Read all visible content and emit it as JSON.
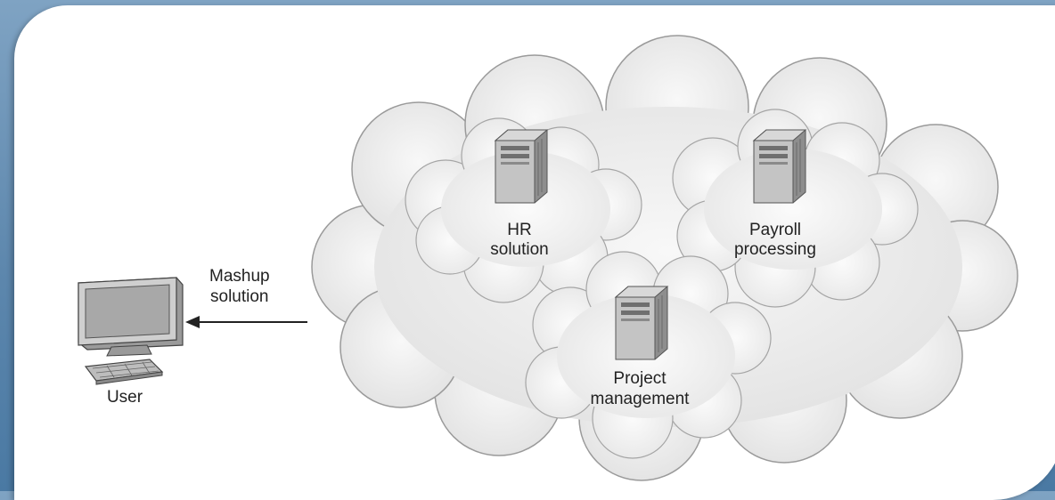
{
  "diagram": {
    "user_label": "User",
    "arrow_label_line1": "Mashup",
    "arrow_label_line2": "solution",
    "nodes": [
      {
        "id": "hr",
        "line1": "HR",
        "line2": "solution",
        "icon": "server-tower-icon"
      },
      {
        "id": "payroll",
        "line1": "Payroll",
        "line2": "processing",
        "icon": "server-tower-icon"
      },
      {
        "id": "project",
        "line1": "Project",
        "line2": "management",
        "icon": "server-tower-icon"
      }
    ]
  },
  "colors": {
    "frame_blue": "#5d87ad",
    "cloud_fill": "#ececec",
    "cloud_outline": "#9a9a9a",
    "server_body": "#bdbdbd",
    "text": "#222222"
  }
}
